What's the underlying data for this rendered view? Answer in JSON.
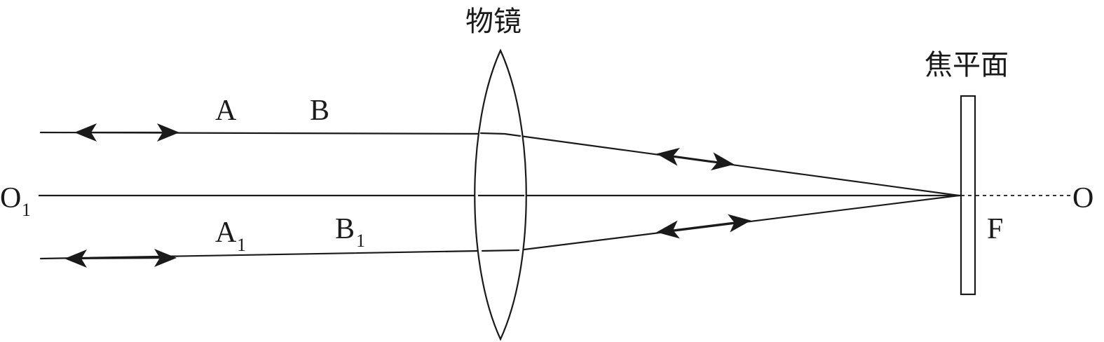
{
  "labels": {
    "objective": "物镜",
    "focal_plane": "焦平面",
    "O1": "O",
    "O1_sub": "1",
    "O": "O",
    "F": "F",
    "A": "A",
    "B": "B",
    "A1": "A",
    "A1_sub": "1",
    "B1": "B",
    "B1_sub": "1"
  },
  "colors": {
    "stroke": "#1a1a1a",
    "background": "#ffffff"
  }
}
